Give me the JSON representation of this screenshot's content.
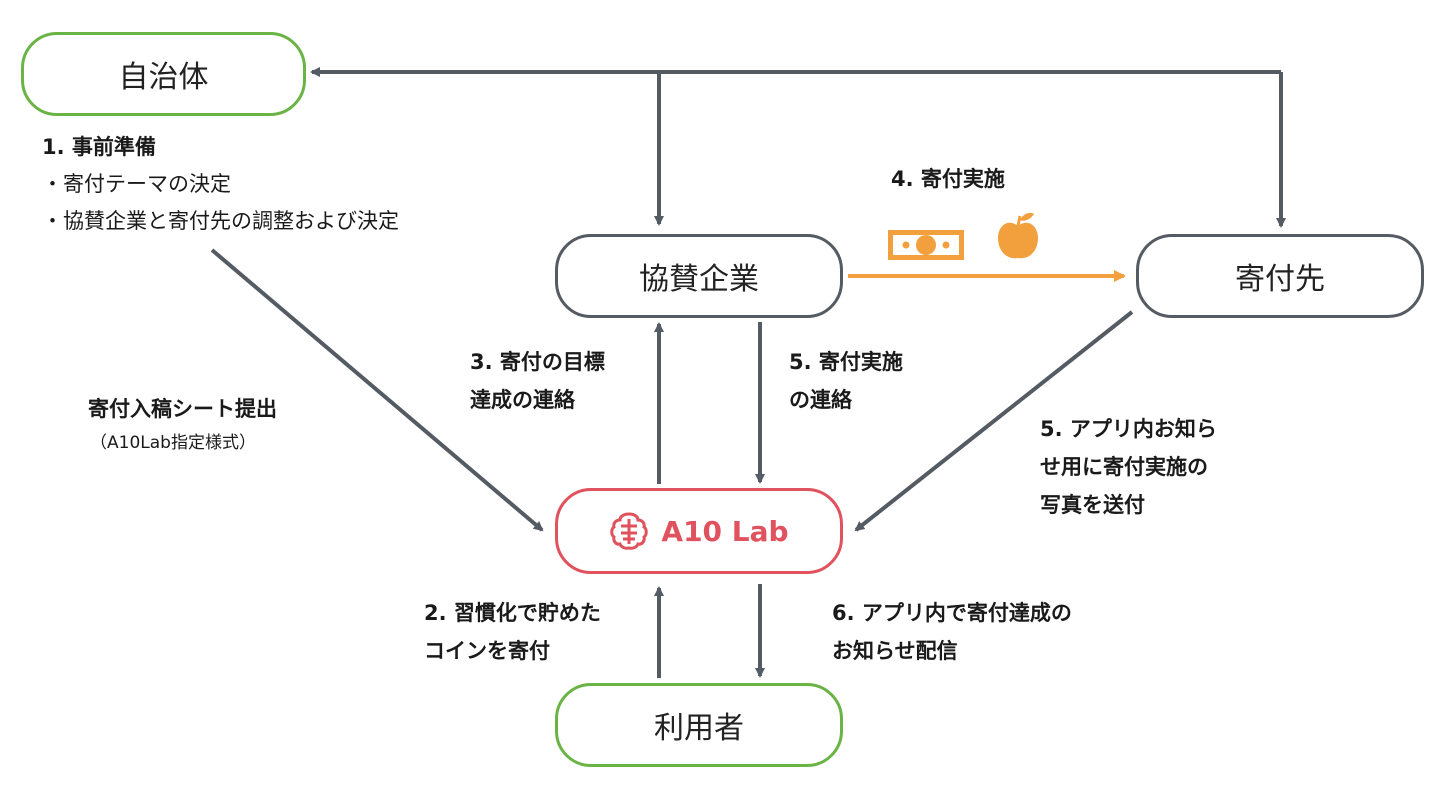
{
  "nodes": {
    "municipality": "自治体",
    "sponsor": "協賛企業",
    "recipient": "寄付先",
    "a10lab": "A10 Lab",
    "user": "利用者"
  },
  "labels": {
    "step1_title": "1. 事前準備",
    "step1_item1": "・寄付テーマの決定",
    "step1_item2": "・協賛企業と寄付先の調整および決定",
    "submit_title": "寄付入稿シート提出",
    "submit_note": "（A10Lab指定様式）",
    "step3_line1": "3. 寄付の目標",
    "step3_line2": "達成の連絡",
    "step5a_line1": "5. 寄付実施",
    "step5a_line2": "の連絡",
    "step4": "4. 寄付実施",
    "step5b_line1": "5. アプリ内お知ら",
    "step5b_line2": "せ用に寄付実施の",
    "step5b_line3": "写真を送付",
    "step2_line1": "2. 習慣化で貯めた",
    "step2_line2": "コインを寄付",
    "step6_line1": "6. アプリ内で寄付達成の",
    "step6_line2": "お知らせ配信"
  },
  "colors": {
    "green": "#6ab445",
    "gray": "#555b63",
    "red": "#e0525d",
    "orange": "#f2a03d"
  },
  "icons": [
    "money-icon",
    "apple-icon",
    "brain-icon"
  ]
}
